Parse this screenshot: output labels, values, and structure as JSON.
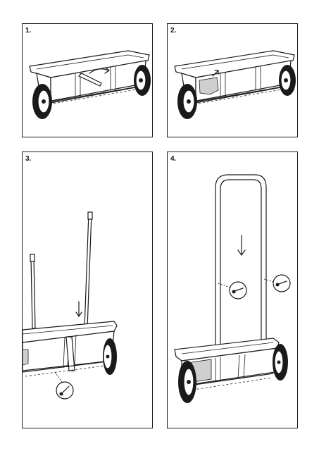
{
  "steps": [
    {
      "label": "1."
    },
    {
      "label": "2."
    },
    {
      "label": "3."
    },
    {
      "label": "4."
    }
  ]
}
